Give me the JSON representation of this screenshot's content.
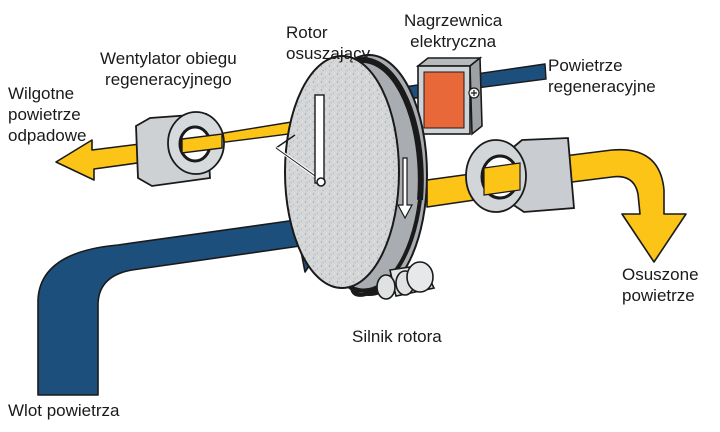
{
  "labels": {
    "wet_exhaust": [
      "Wilgotne",
      "powietrze",
      "odpadowe"
    ],
    "regen_fan": [
      "Wentylator obiegu",
      "regeneracyjnego"
    ],
    "rotor": [
      "Rotor",
      "osuszający"
    ],
    "heater": [
      "Nagrzewnica",
      "elektryczna"
    ],
    "regen_air": [
      "Powietrze",
      "regeneracyjne"
    ],
    "dried_air": [
      "Osuszone",
      "powietrze"
    ],
    "rotor_motor": "Silnik rotora",
    "air_inlet": "Wlot powietrza"
  },
  "colors": {
    "process_air": "#1d4f7c",
    "regen_air": "#fcc416",
    "heater": "#e8683a",
    "rotor": "#d2d4d6",
    "outline": "#1a1a1a"
  },
  "icons": [
    "plus-icon"
  ]
}
